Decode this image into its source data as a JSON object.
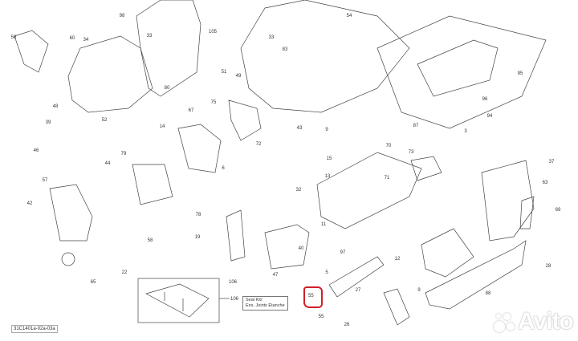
{
  "diagram": {
    "callouts": [
      "56",
      "60",
      "34",
      "48",
      "98",
      "33",
      "105",
      "80",
      "54",
      "33",
      "83",
      "95",
      "96",
      "87",
      "51",
      "49",
      "75",
      "43",
      "72",
      "67",
      "14",
      "6",
      "39",
      "52",
      "46",
      "44",
      "79",
      "57",
      "42",
      "58",
      "78",
      "19",
      "70",
      "73",
      "37",
      "63",
      "69",
      "94",
      "3",
      "32",
      "26",
      "40",
      "47",
      "22",
      "65",
      "27",
      "55",
      "88",
      "28",
      "106",
      "9",
      "11",
      "5",
      "97",
      "12",
      "15",
      "13",
      "9",
      "71"
    ],
    "highlighted_part": "55",
    "seal_kit": {
      "number": "106",
      "line1": "Seal Kit/",
      "line2": "Ens. Joints Étanche"
    },
    "reference_code": "31C1401a-02a-03a",
    "highlight_color": "#d0202a"
  },
  "watermark": "Avito"
}
